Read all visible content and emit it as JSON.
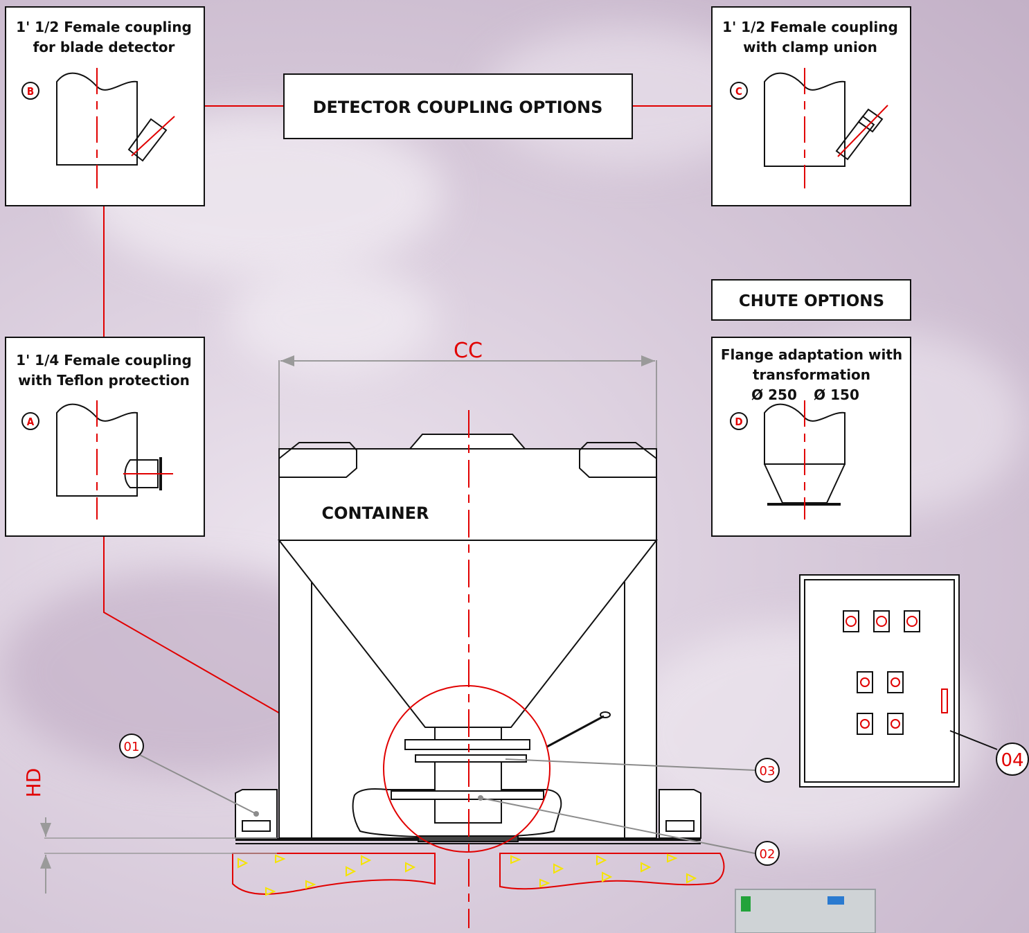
{
  "title": "DETECTOR COUPLING OPTIONS",
  "chute_title": "CHUTE OPTIONS",
  "container_label": "CONTAINER",
  "dimension_cc": "CC",
  "dimension_hd": "HD",
  "options": {
    "a": {
      "line1": "1' 1/4 Female coupling",
      "line2": "with Teflon protection",
      "badge": "A"
    },
    "b": {
      "line1": "1' 1/2 Female coupling",
      "line2": "for blade detector",
      "badge": "B"
    },
    "c": {
      "line1": "1' 1/2 Female coupling",
      "line2": "with clamp union",
      "badge": "C"
    },
    "d": {
      "line1": "Flange adaptation with",
      "line2": "transformation",
      "line3a": "Ø 250",
      "line3b": "Ø 150",
      "badge": "D"
    }
  },
  "callouts": [
    "01",
    "02",
    "03",
    "04"
  ],
  "colors": {
    "accent": "#e10000",
    "leader": "#8c8c8c",
    "weld": "#f5e400",
    "ink": "#111111"
  }
}
